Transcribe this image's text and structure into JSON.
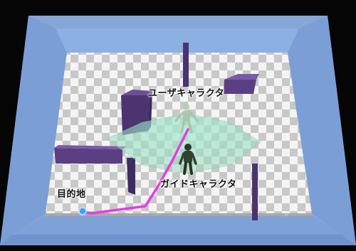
{
  "labels": {
    "user_character": "ユーザキャラクタ",
    "guide_character": "ガイドキャラクタ",
    "destination": "目的地"
  },
  "colors": {
    "wall_blue": "#7d9fd4",
    "floor_light": "#f2f2f2",
    "floor_dark": "#c9c9c9",
    "obstacle_purple": "#5a3f82",
    "path_magenta": "#e040e0",
    "view_cone": "#9fe0c0",
    "destination_marker": "#3fa0ff"
  }
}
